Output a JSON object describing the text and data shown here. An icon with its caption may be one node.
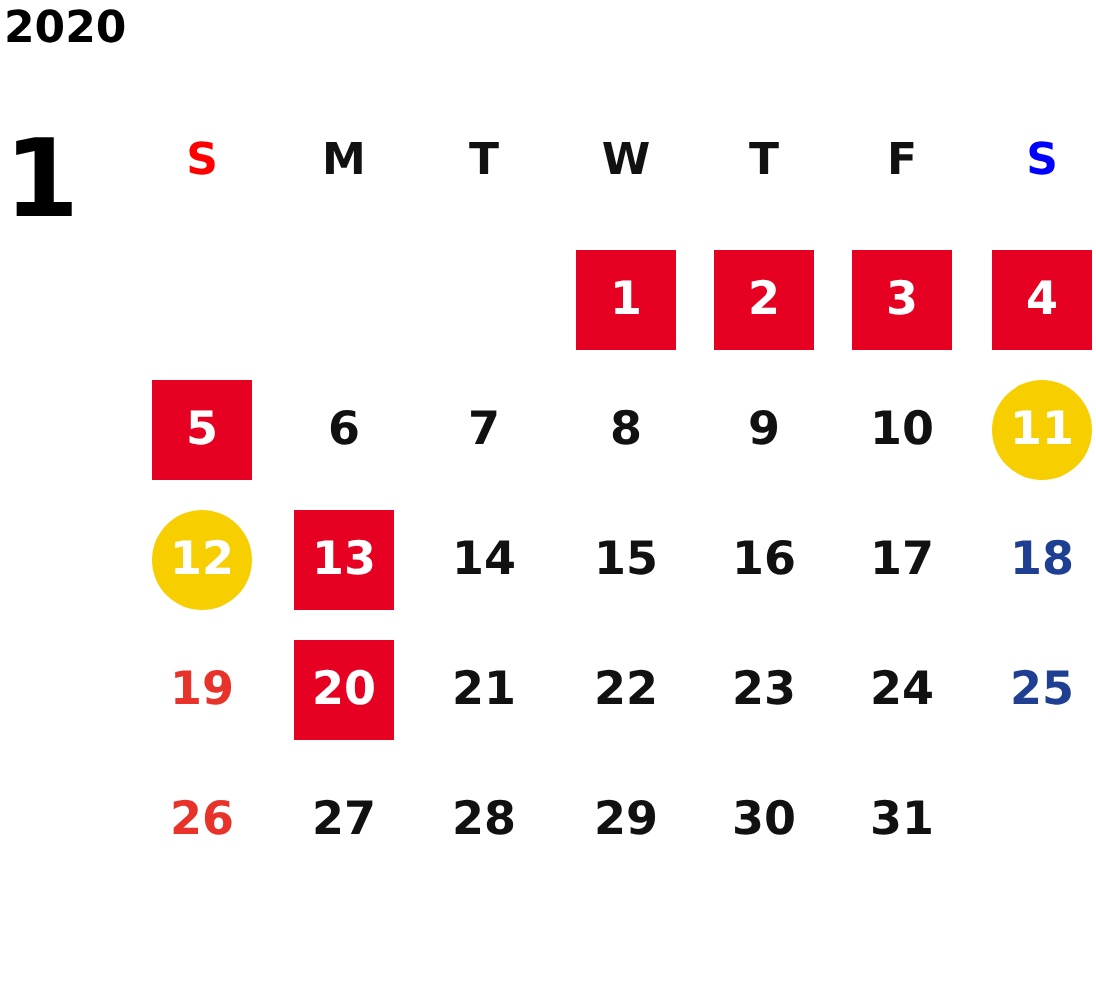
{
  "diagram": {
    "title": "2020",
    "nodes": [
      {
        "text": [
          "1"
        ]
      },
      {
        "text": [
          "2"
        ]
      },
      {
        "text": [
          "3"
        ]
      },
      {
        "text": [
          "4"
        ]
      },
      {
        "text": [
          "5"
        ]
      },
      {
        "text": [
          "11"
        ]
      },
      {
        "text": [
          "12"
        ]
      },
      {
        "text": [
          "13"
        ]
      },
      {
        "text": [
          "20"
        ]
      }
    ],
    "labels": [
      "1",
      "S",
      "M",
      "T",
      "W",
      "T",
      "F",
      "S",
      "6",
      "7",
      "8",
      "9",
      "10",
      "14",
      "15",
      "16",
      "17",
      "18",
      "19",
      "21",
      "22",
      "23",
      "24",
      "25",
      "26",
      "27",
      "28",
      "29",
      "30",
      "31"
    ]
  }
}
